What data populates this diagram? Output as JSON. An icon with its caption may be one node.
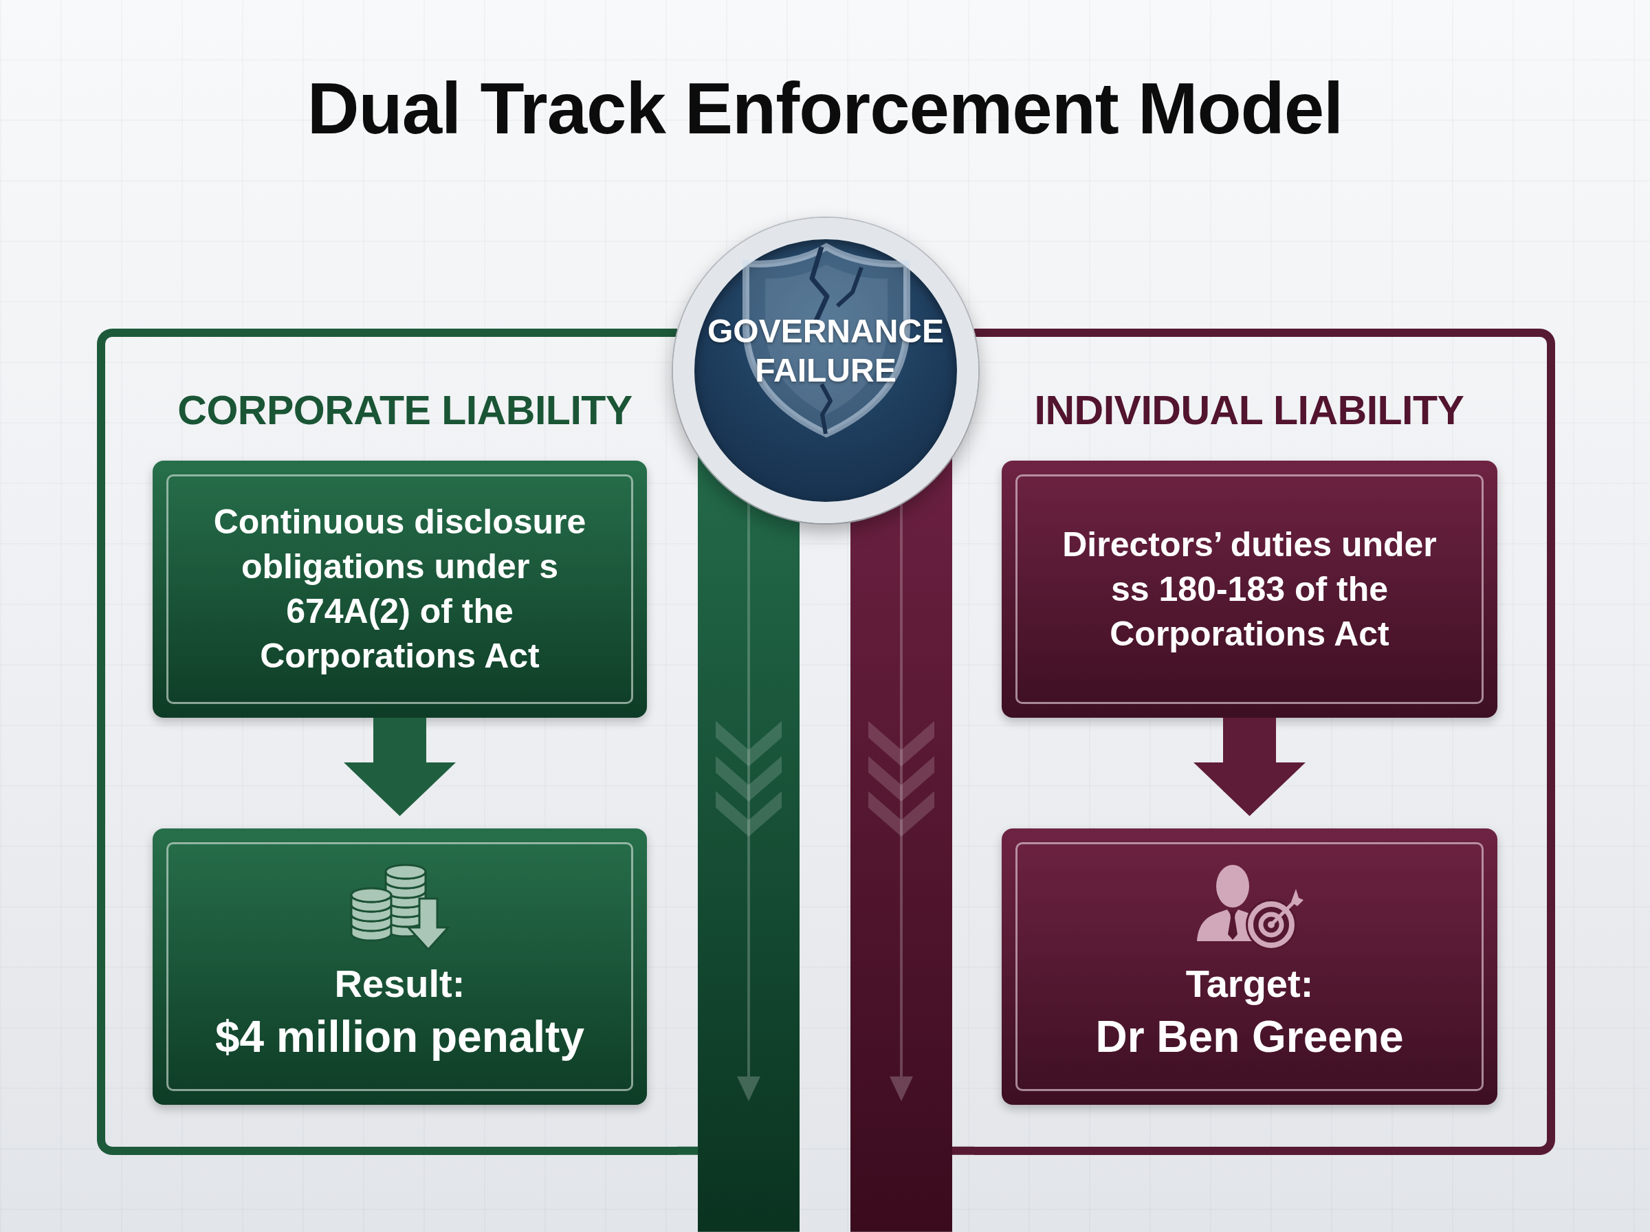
{
  "diagram": {
    "title": "Dual Track Enforcement Model",
    "nodes": [
      {
        "text": [
          "GOVERNANCE FAILURE"
        ]
      },
      {
        "text": [
          "CORPORATE LIABILITY"
        ]
      },
      {
        "text": [
          "Continuous disclosure obligations under s 674A(2) of the Corporations Act"
        ],
        "in": 1
      },
      {
        "text": [
          "Result:",
          "$4 million penalty"
        ],
        "in": 1
      },
      {
        "text": [
          "INDIVIDUAL LIABILITY"
        ]
      },
      {
        "text": [
          "Directors’ duties under ss 180-183 of the Corporations Act"
        ],
        "in": 4
      },
      {
        "text": [
          "Target:",
          "Dr Ben Greene"
        ],
        "in": 4
      }
    ],
    "edges": [
      {
        "from": 2,
        "to": 3,
        "arrow": "to",
        "color": "#1f5f3f"
      },
      {
        "from": 5,
        "to": 6,
        "arrow": "to",
        "color": "#5e1c38"
      }
    ]
  }
}
